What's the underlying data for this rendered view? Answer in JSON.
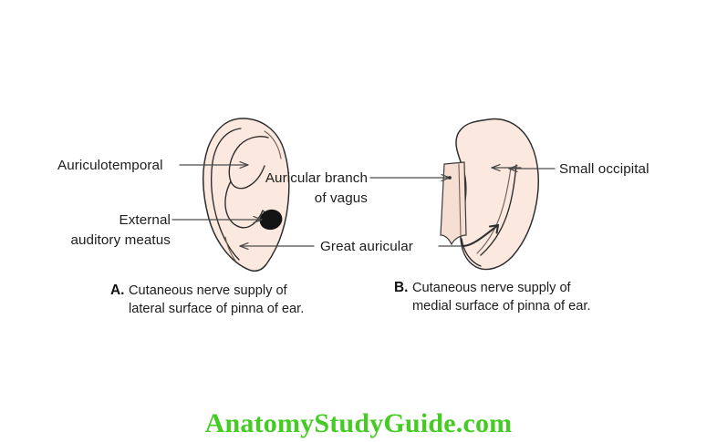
{
  "figure": {
    "title": "Cutaneous nerve supply of pinna of ear",
    "background_color": "#ffffff",
    "skin_color": "#fbe8de",
    "outline_color": "#2b2b2b",
    "leader_color": "#4a4a4a",
    "watermark_color": "#44cc22"
  },
  "panel_a": {
    "caption_letter": "A.",
    "caption_line1": "Cutaneous nerve supply of",
    "caption_line2": "lateral surface of pinna of ear.",
    "labels": {
      "auriculotemporal": "Auriculotemporal",
      "external_line1": "External",
      "external_line2": "auditory meatus"
    }
  },
  "panel_b": {
    "caption_letter": "B.",
    "caption_line1": "Cutaneous nerve supply of",
    "caption_line2": "medial surface of pinna of ear.",
    "labels": {
      "auricular_branch_line1": "Auricular branch",
      "auricular_branch_line2": "of vagus",
      "small_occipital": "Small occipital"
    }
  },
  "shared": {
    "great_auricular": "Great auricular"
  },
  "watermark": {
    "text": "AnatomyStudyGuide.com"
  }
}
